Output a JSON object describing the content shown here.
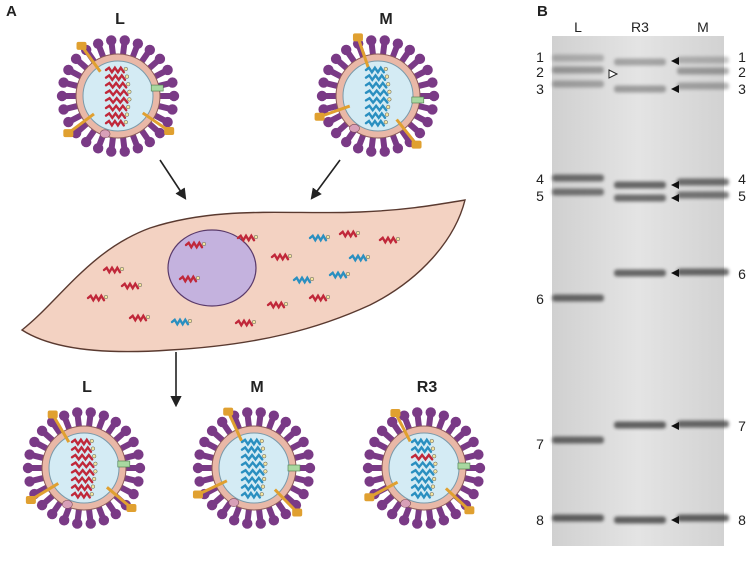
{
  "panel_a": {
    "label": "A",
    "parent_virus_left": "L",
    "parent_virus_right": "M",
    "progeny_viruses": [
      "L",
      "M",
      "R3"
    ]
  },
  "panel_b": {
    "label": "B",
    "lane_labels": [
      "L",
      "R3",
      "M"
    ],
    "left_band_labels": [
      "1",
      "2",
      "3",
      "4",
      "5",
      "6",
      "7",
      "8"
    ],
    "right_band_labels": [
      "1",
      "2",
      "3",
      "4",
      "5",
      "6",
      "7",
      "8"
    ]
  },
  "colors": {
    "virus_L_rna": "#c0283a",
    "virus_M_rna": "#2a8fc0",
    "spike": "#7a3a86",
    "envelope": "#e9b8a7",
    "core": "#d4ebf4",
    "cell_body": "#f3d2c2",
    "nucleus": "#c4b2de",
    "glycoprotein": "#e0a030",
    "gel": "#dcdcdc"
  }
}
